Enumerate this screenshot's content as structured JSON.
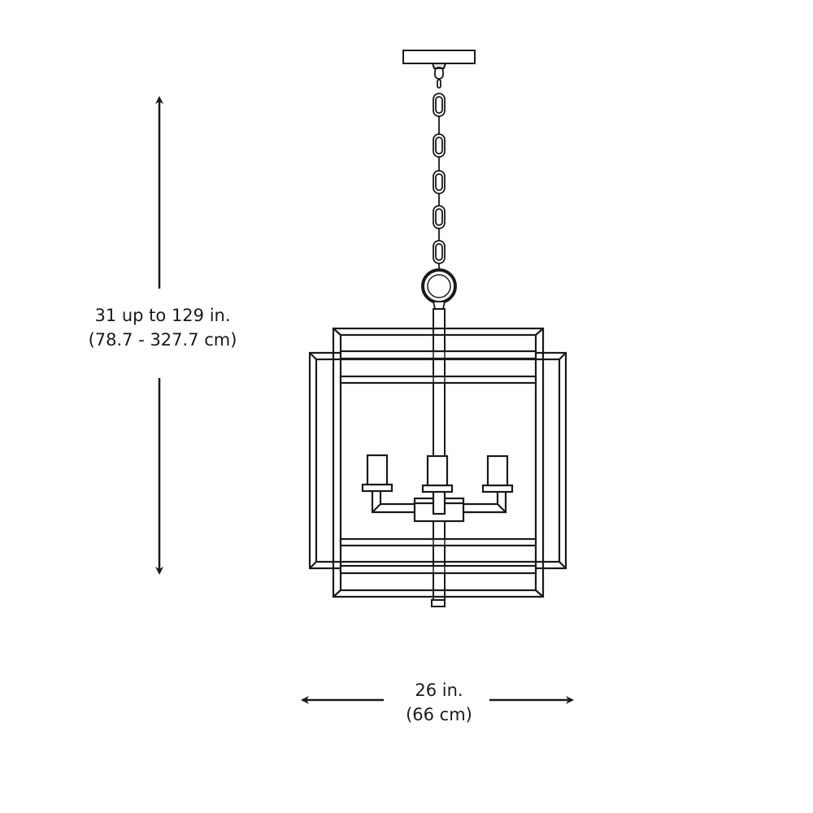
{
  "dimensions": {
    "height": {
      "primary": "31 up to 129 in.",
      "secondary": "(78.7 - 327.7 cm)"
    },
    "width": {
      "primary": "26 in.",
      "secondary": "(66 cm)"
    }
  },
  "product": {
    "type": "pendant-lantern",
    "candle_count": 3,
    "chain_links_visible": 5
  },
  "colors": {
    "line": "#1a1a1a",
    "background": "#ffffff"
  }
}
